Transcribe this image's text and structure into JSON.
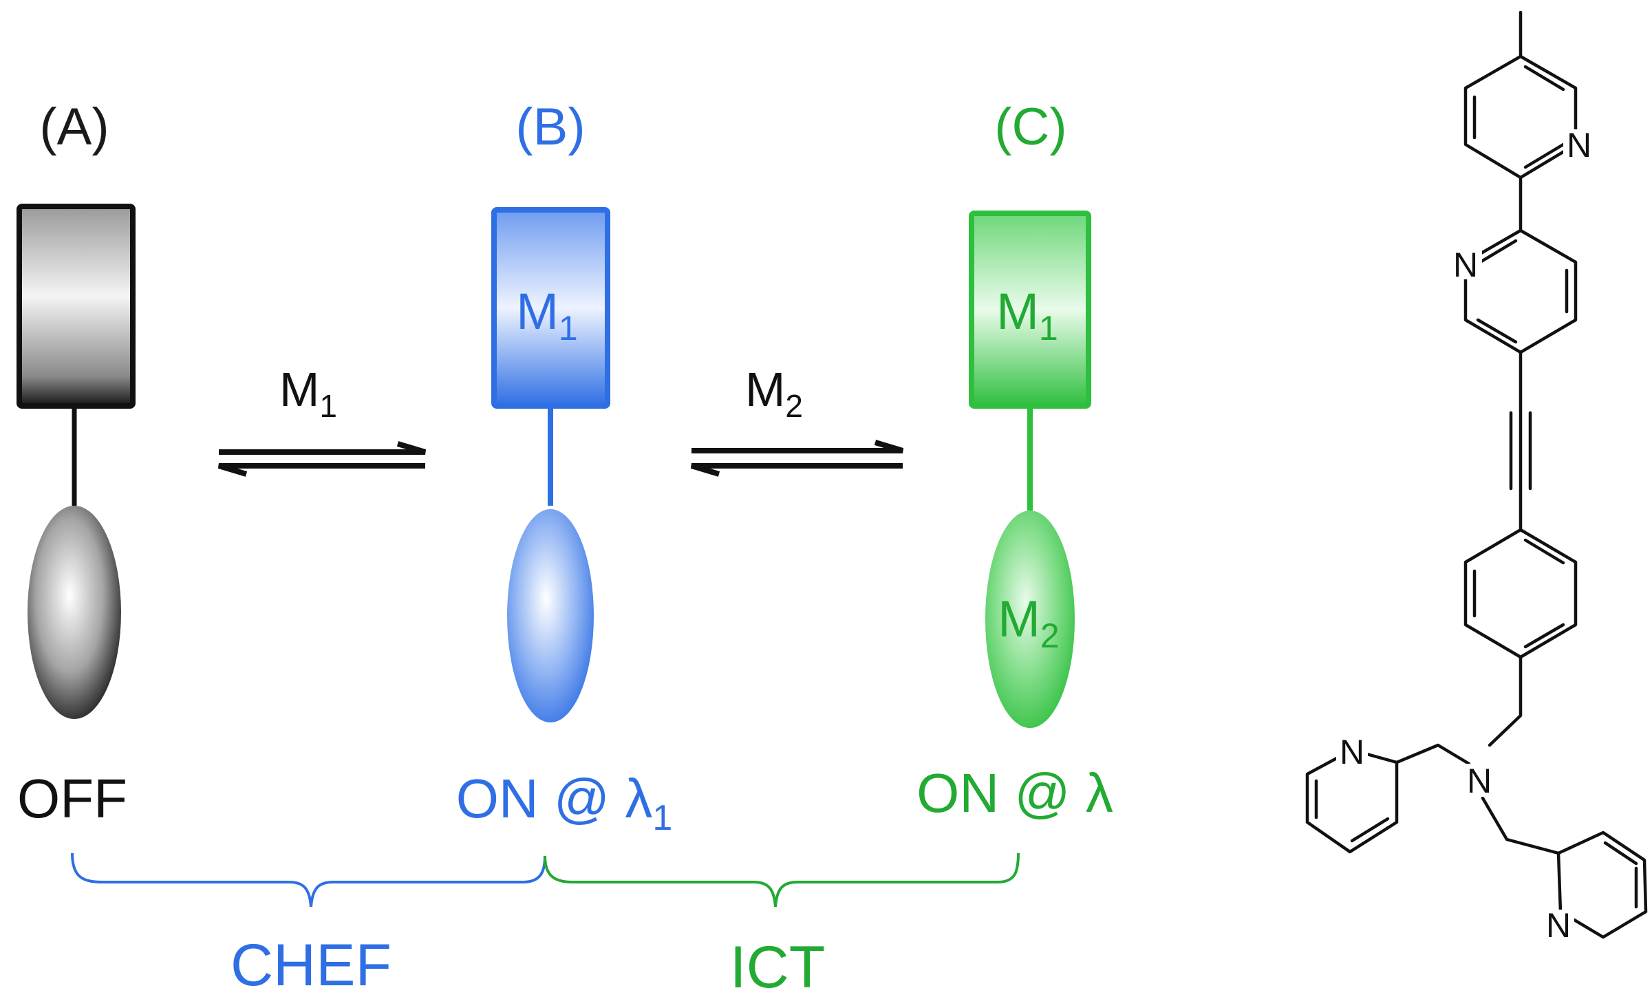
{
  "panels": [
    {
      "label": "(A)",
      "state": "OFF",
      "metal_top": "",
      "metal_bottom": "",
      "color": "#1a1a1a"
    },
    {
      "label": "(B)",
      "state": "ON @ λ",
      "state_sub": "1",
      "metal_top": "M",
      "metal_top_sub": "1",
      "metal_bottom": "",
      "color": "#2f6fe4"
    },
    {
      "label": "(C)",
      "state": "ON @ λ",
      "state_sub": "",
      "metal_top": "M",
      "metal_top_sub": "1",
      "metal_bottom": "M",
      "metal_bottom_sub": "2",
      "color": "#22aa33"
    }
  ],
  "equilibria": [
    {
      "reagent": "M",
      "reagent_sub": "1"
    },
    {
      "reagent": "M",
      "reagent_sub": "2"
    }
  ],
  "mechanisms": {
    "chef": {
      "label": "CHEF",
      "color": "#2f6fe4"
    },
    "ict": {
      "label": "ICT",
      "color": "#22aa33"
    }
  },
  "molecule": {
    "atom_label": "N"
  },
  "colors": {
    "black": "#1a1a1a",
    "blue": "#2f6fe4",
    "green": "#22aa33"
  }
}
